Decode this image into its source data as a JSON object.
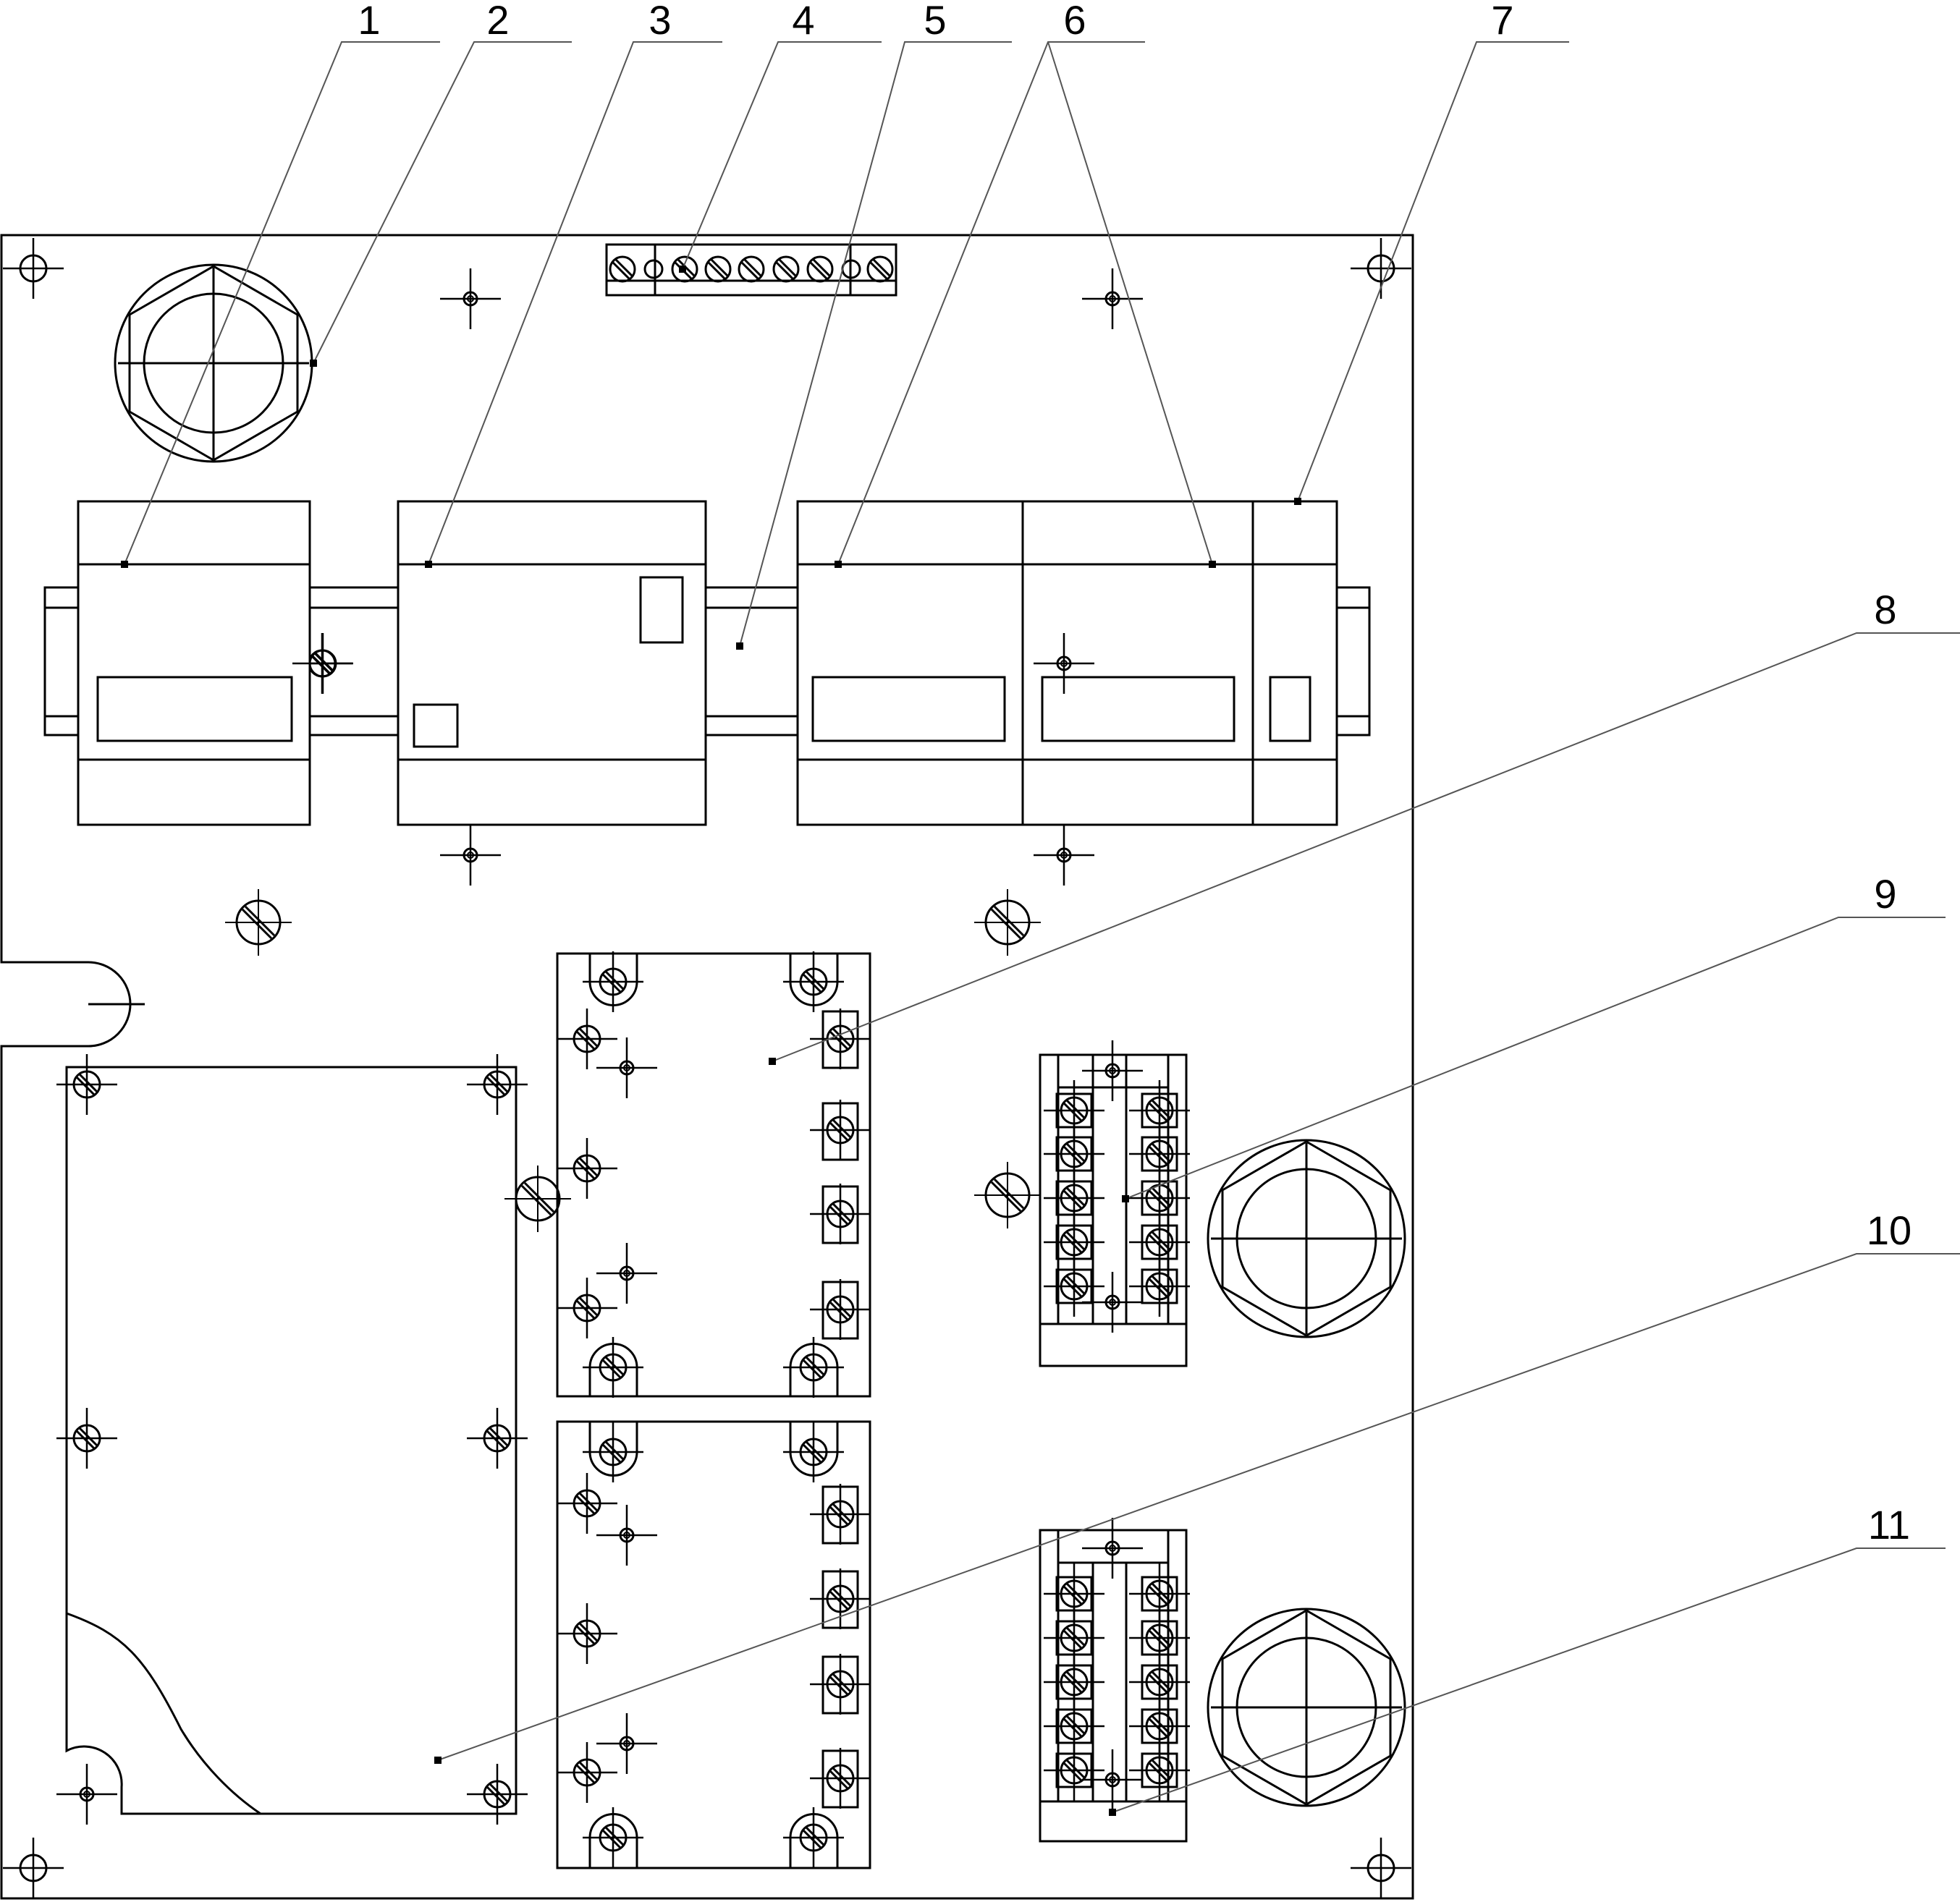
{
  "diagram": {
    "labels": [
      {
        "id": "callout-1",
        "text": "1"
      },
      {
        "id": "callout-2",
        "text": "2"
      },
      {
        "id": "callout-3",
        "text": "3"
      },
      {
        "id": "callout-4",
        "text": "4"
      },
      {
        "id": "callout-5",
        "text": "5"
      },
      {
        "id": "callout-6",
        "text": "6"
      },
      {
        "id": "callout-7",
        "text": "7"
      },
      {
        "id": "callout-8",
        "text": "8"
      },
      {
        "id": "callout-9",
        "text": "9"
      },
      {
        "id": "callout-10",
        "text": "10"
      },
      {
        "id": "callout-11",
        "text": "11"
      }
    ],
    "colors": {
      "line": "#000000",
      "leader": "#555555",
      "background": "#ffffff"
    }
  }
}
